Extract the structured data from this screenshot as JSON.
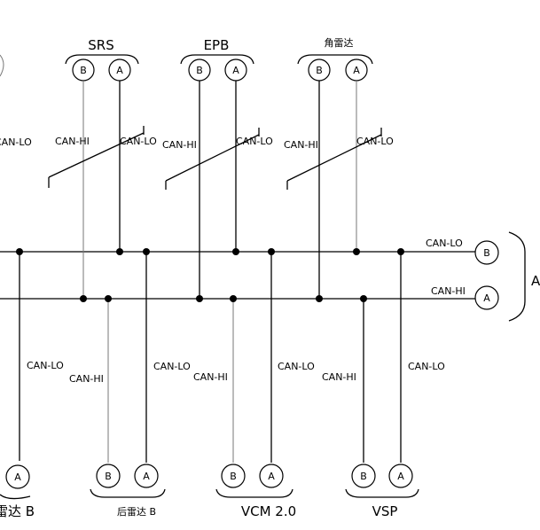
{
  "pins": {
    "hi": "A",
    "lo": "B"
  },
  "signals": {
    "hi": "CAN-HI",
    "lo": "CAN-LO"
  },
  "right_connector_label": "A",
  "top_nodes": [
    {
      "label": "SRS"
    },
    {
      "label": "EPB"
    },
    {
      "label": "角雷达"
    }
  ],
  "bottom_nodes": [
    {
      "label": "雷达 B"
    },
    {
      "label": "后雷达 B"
    },
    {
      "label": "VCM 2.0"
    },
    {
      "label": "VSP"
    }
  ]
}
